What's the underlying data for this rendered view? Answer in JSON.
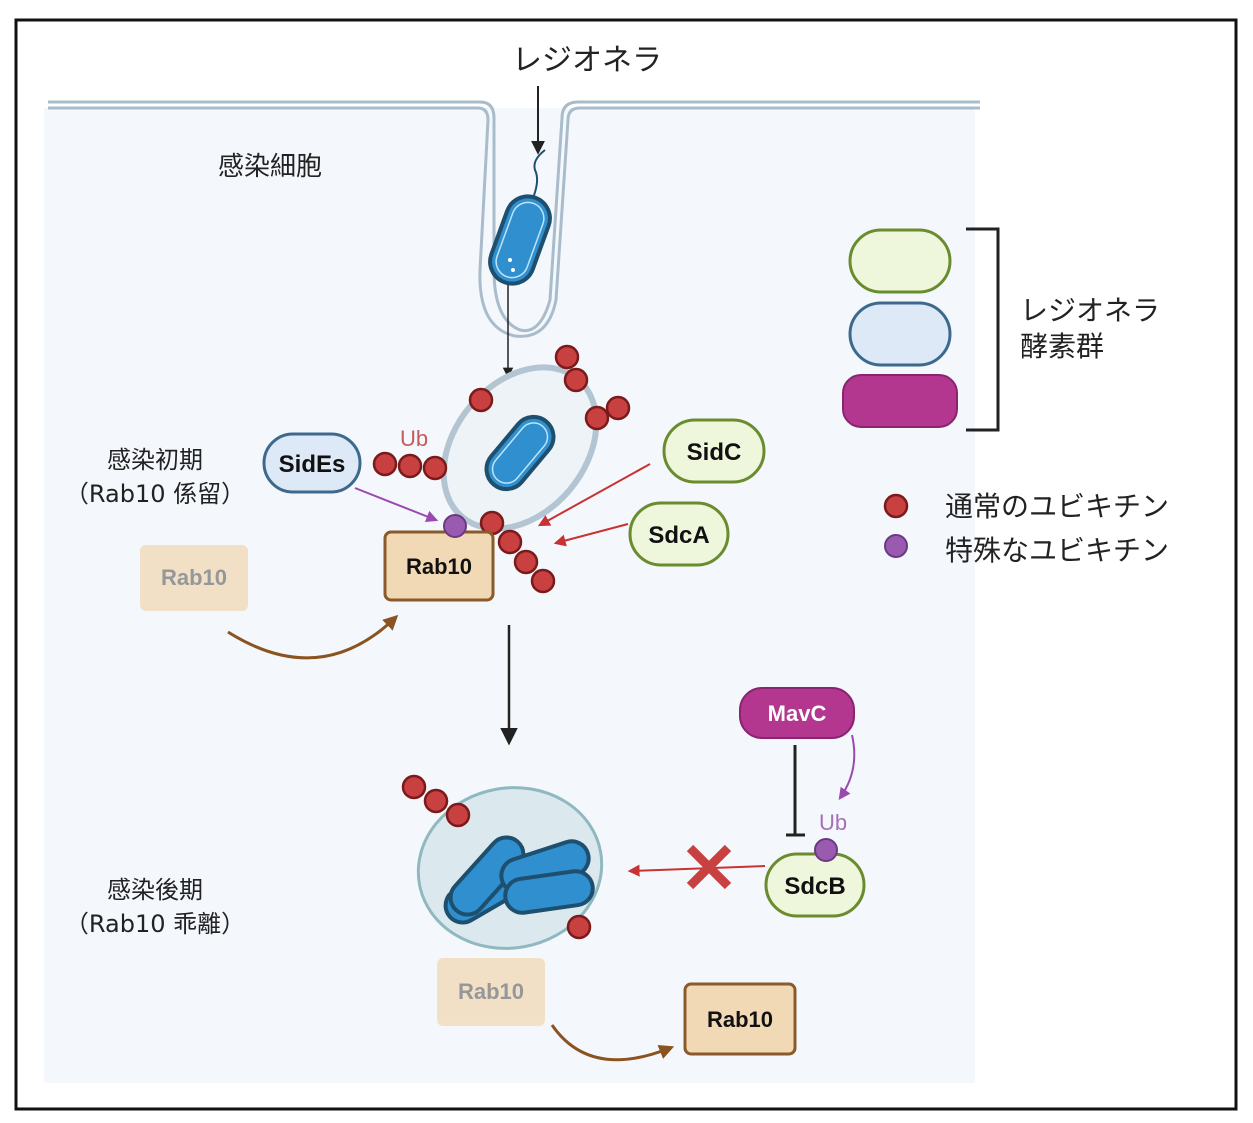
{
  "title": "レジオネラ",
  "cell_label": "感染細胞",
  "early_stage": {
    "line1": "感染初期",
    "line2": "（Rab10 係留）"
  },
  "late_stage": {
    "line1": "感染後期",
    "line2": "（Rab10 乖離）"
  },
  "enzymes": {
    "sides": "SidEs",
    "sidc": "SidC",
    "sdca": "SdcA",
    "mavc": "MavC",
    "sdcb": "SdcB"
  },
  "rab10": {
    "faded_early": "Rab10",
    "bound_early": "Rab10",
    "faded_late": "Rab10",
    "released_late": "Rab10"
  },
  "ub_labels": {
    "early": "Ub",
    "late": "Ub"
  },
  "legend": {
    "enzyme_group_line1": "レジオネラ",
    "enzyme_group_line2": "酵素群",
    "normal_ub": "通常のユビキチン",
    "special_ub": "特殊なユビキチン"
  },
  "colors": {
    "cell_bg": "#f4f8fc",
    "membrane": "#9fb3c4",
    "bacterium": "#2f8fcf",
    "bacterium_outline": "#1e4f6e",
    "normal_ub": "#c94040",
    "normal_ub_outline": "#7a1a1a",
    "special_ub": "#9a5ab0",
    "green_enzyme_fill": "#eef6dc",
    "green_enzyme_stroke": "#6a8c2e",
    "blue_enzyme_fill": "#dde9f6",
    "blue_enzyme_stroke": "#3d6a8c",
    "magenta_enzyme": "#b3368f",
    "rab10_fill": "#f1d9b5",
    "rab10_stroke": "#8a5a2b",
    "brown_arrow": "#8a5320",
    "red_arrow": "#c83232",
    "purple_arrow": "#9a49b0"
  }
}
